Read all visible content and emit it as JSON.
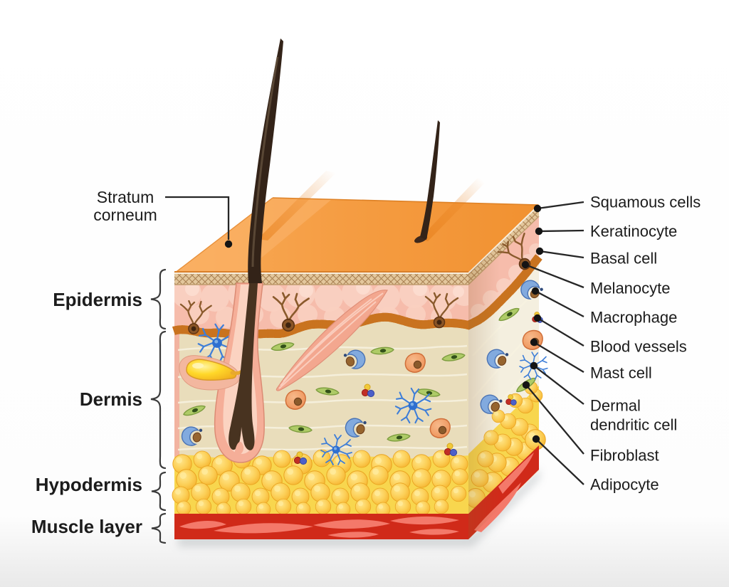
{
  "figure": {
    "title": "Human skin layers cross-section diagram",
    "type": "anatomical-diagram"
  },
  "left_labels": [
    {
      "id": "stratum-corneum",
      "line1": "Stratum",
      "line2": "corneum",
      "style": "regular"
    },
    {
      "id": "epidermis",
      "text": "Epidermis",
      "style": "bold"
    },
    {
      "id": "dermis",
      "text": "Dermis",
      "style": "bold"
    },
    {
      "id": "hypodermis",
      "text": "Hypodermis",
      "style": "bold"
    },
    {
      "id": "muscle-layer",
      "text": "Muscle layer",
      "style": "bold"
    }
  ],
  "right_labels": [
    {
      "id": "squamous-cells",
      "text": "Squamous cells",
      "points_to": "skin-surface"
    },
    {
      "id": "keratinocyte",
      "text": "Keratinocyte",
      "points_to": "epidermis-cells"
    },
    {
      "id": "basal-cell",
      "text": "Basal cell",
      "points_to": "basal-cell-layer"
    },
    {
      "id": "melanocyte",
      "text": "Melanocyte",
      "points_to": "melanocyte-cell"
    },
    {
      "id": "macrophage",
      "text": "Macrophage",
      "points_to": "macrophage-cell"
    },
    {
      "id": "blood-vessels",
      "text": "Blood vessels",
      "points_to": "blood-vessel-dots"
    },
    {
      "id": "mast-cell",
      "text": "Mast cell",
      "points_to": "mast-cell"
    },
    {
      "id": "dermal-dendritic-cell",
      "line1": "Dermal",
      "line2": "dendritic cell",
      "points_to": "dendritic-cell"
    },
    {
      "id": "fibroblast",
      "text": "Fibroblast",
      "points_to": "fibroblast-cell"
    },
    {
      "id": "adipocyte",
      "text": "Adipocyte",
      "points_to": "adipocyte-cell"
    }
  ],
  "colors": {
    "background": "#ffffff",
    "surface_orange_light": "#f9ab58",
    "surface_orange_dark": "#f19130",
    "stratum_corneum_beige": "#e3c79c",
    "epidermis_pink": "#f6bcab",
    "basal_band_orange": "#f09a3e",
    "dermis_front": "#e9ddbb",
    "dermis_side": "#f4efdf",
    "hypodermis_base": "#f8d64e",
    "adipocyte_yellow": "#fccf57",
    "muscle_red": "#d02a19",
    "muscle_fiber_salmon": "#f4796a",
    "hair_brown": "#332318",
    "follicle_pink": "#f5ae98",
    "sebaceous_yellow": "#ffd829",
    "fibroblast_green": "#aecb67",
    "macrophage_blue": "#82aade",
    "dendritic_blue": "#2e6fd0",
    "mast_orange": "#f09d68",
    "label_text": "#1c1c1c",
    "leader_line": "#262626"
  }
}
